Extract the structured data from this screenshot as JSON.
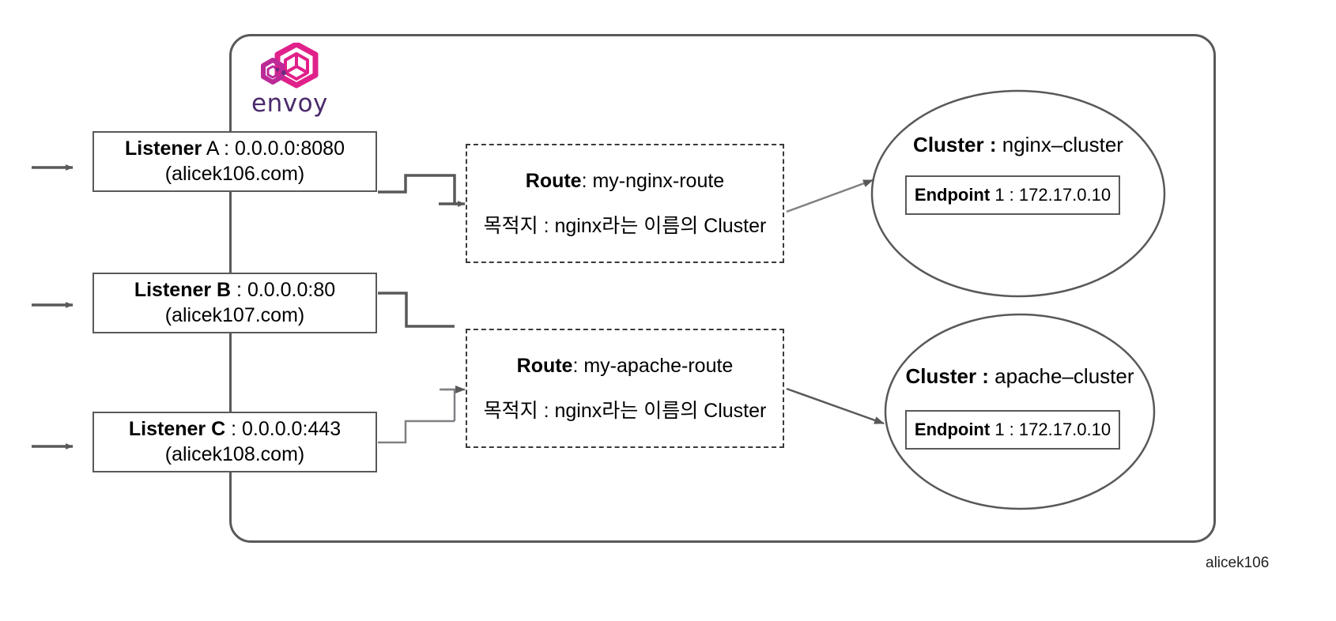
{
  "diagram": {
    "title": "Envoy Proxy Listener / Route / Cluster flow",
    "watermark": "alicek106",
    "colors": {
      "stroke": "#59595b",
      "dashed_stroke": "#3b3b3d",
      "arrow": "#59595b",
      "envoy_logo_pink": "#d6219b",
      "envoy_logo_magenta": "#b6249a",
      "envoy_logo_purple": "#4b2a6b",
      "background": "#ffffff"
    }
  },
  "envoy": {
    "logo_name": "envoy-logo",
    "wordmark": "envoy"
  },
  "listeners": [
    {
      "name_bold": "Listener",
      "name_rest": " A : 0.0.0.0:8080",
      "host": "(alicek106.com)"
    },
    {
      "name_bold": "Listener B",
      "name_rest": " : 0.0.0.0:80",
      "host": "(alicek107.com)"
    },
    {
      "name_bold": "Listener C",
      "name_rest": " : 0.0.0.0:443",
      "host": "(alicek108.com)"
    }
  ],
  "routes": [
    {
      "label_bold": "Route",
      "label_rest": ": my-nginx-route",
      "destination": "목적지 : nginx라는 이름의 Cluster"
    },
    {
      "label_bold": "Route",
      "label_rest": ": my-apache-route",
      "destination": "목적지 : nginx라는 이름의 Cluster"
    }
  ],
  "clusters": [
    {
      "title_bold": "Cluster :",
      "title_rest": " nginx–cluster",
      "endpoint_bold": "Endpoint",
      "endpoint_rest": " 1 : 172.17.0.10"
    },
    {
      "title_bold": "Cluster :",
      "title_rest": " apache–cluster",
      "endpoint_bold": "Endpoint",
      "endpoint_rest": " 1 : 172.17.0.10"
    }
  ]
}
